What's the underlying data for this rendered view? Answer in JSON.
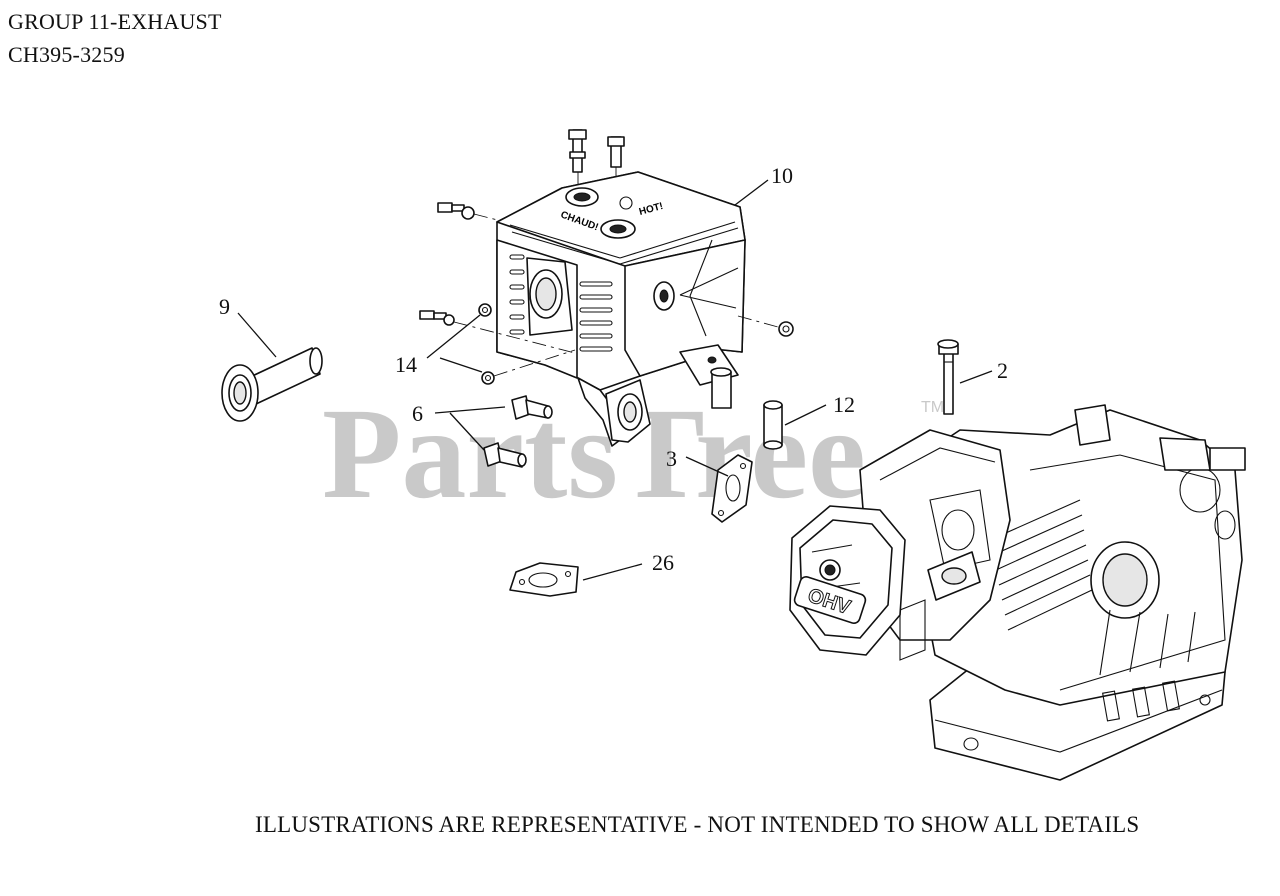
{
  "header": {
    "group_title": "GROUP 11-EXHAUST",
    "model_number": "CH395-3259"
  },
  "watermark": {
    "text": "PartsTree",
    "trademark": "TM"
  },
  "callouts": [
    {
      "id": "c2",
      "label": "2"
    },
    {
      "id": "c3",
      "label": "3"
    },
    {
      "id": "c6",
      "label": "6"
    },
    {
      "id": "c9",
      "label": "9"
    },
    {
      "id": "c10",
      "label": "10"
    },
    {
      "id": "c12",
      "label": "12"
    },
    {
      "id": "c14",
      "label": "14"
    },
    {
      "id": "c26",
      "label": "26"
    }
  ],
  "engine_badge": "OHV",
  "muffler_label": {
    "line1": "CHAUD!",
    "line2": "HOT!"
  },
  "footer": {
    "disclaimer": "ILLUSTRATIONS ARE REPRESENTATIVE - NOT INTENDED TO SHOW ALL DETAILS"
  }
}
